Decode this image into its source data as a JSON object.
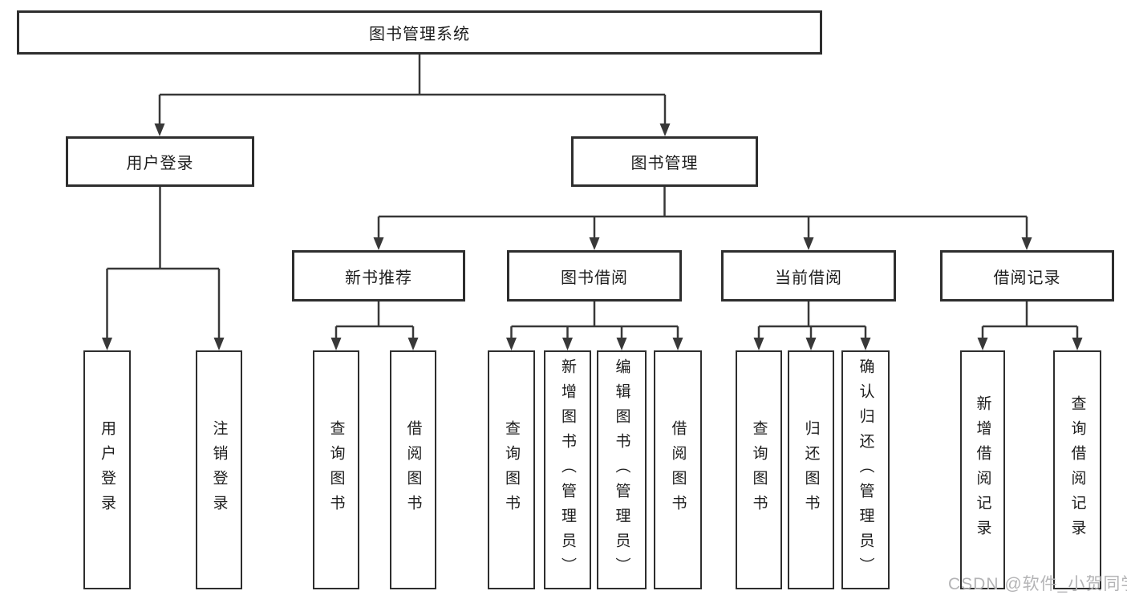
{
  "diagram": {
    "type": "tree-diagram",
    "tree": {
      "label": "图书管理系统",
      "children": [
        {
          "label": "用户登录",
          "children": [
            {
              "label": "用户登录"
            },
            {
              "label": "注销登录"
            }
          ]
        },
        {
          "label": "图书管理",
          "children": [
            {
              "label": "新书推荐",
              "children": [
                {
                  "label": "查询图书"
                },
                {
                  "label": "借阅图书"
                }
              ]
            },
            {
              "label": "图书借阅",
              "children": [
                {
                  "label": "查询图书"
                },
                {
                  "label": "新增图书（管理员）"
                },
                {
                  "label": "编辑图书（管理员）"
                },
                {
                  "label": "借阅图书"
                }
              ]
            },
            {
              "label": "当前借阅",
              "children": [
                {
                  "label": "查询图书"
                },
                {
                  "label": "归还图书"
                },
                {
                  "label": "确认归还（管理员）"
                }
              ]
            },
            {
              "label": "借阅记录",
              "children": [
                {
                  "label": "新增借阅记录"
                },
                {
                  "label": "查询借阅记录"
                }
              ]
            }
          ]
        }
      ]
    },
    "colors": {
      "line": "#383838",
      "border": "#2e2e2e",
      "text": "#1d1d1d",
      "background": "#ffffff"
    }
  },
  "watermark": {
    "text": "CSDN @软件_小贺同学",
    "color": "#b4b4b6"
  }
}
